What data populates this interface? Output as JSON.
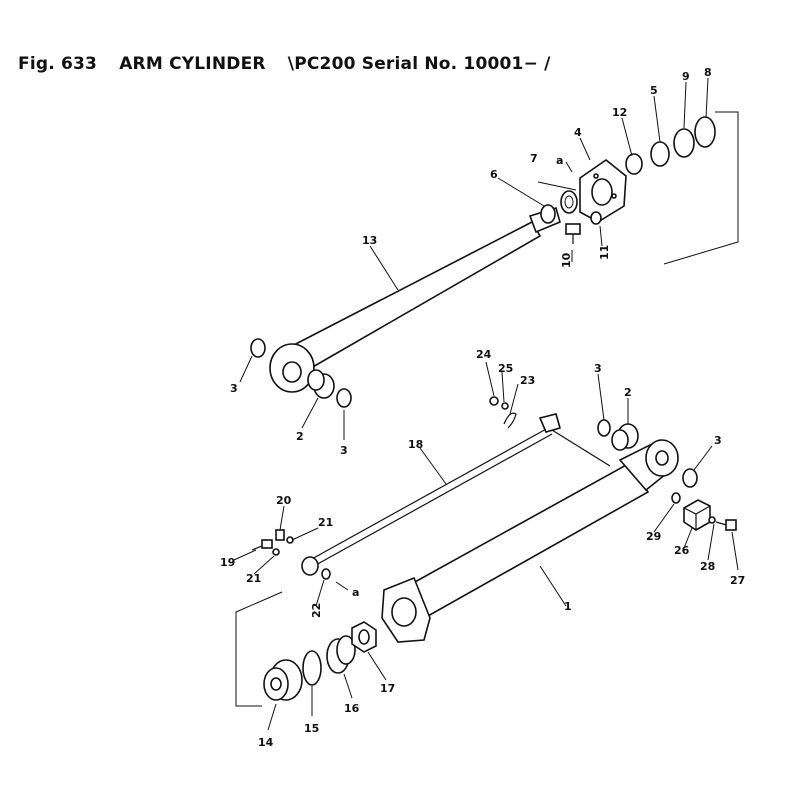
{
  "title": {
    "fig": "Fig. 633",
    "name": "ARM CYLINDER",
    "serial": "\\PC200 Serial No. 10001− /"
  },
  "callouts": {
    "c1": "1",
    "c2a": "2",
    "c2b": "2",
    "c3a": "3",
    "c3b": "3",
    "c3c": "3",
    "c3d": "3",
    "c4": "4",
    "c5": "5",
    "c6": "6",
    "c7": "7",
    "c8": "8",
    "c9": "9",
    "c10": "10",
    "c11": "11",
    "c12": "12",
    "c13": "13",
    "c14": "14",
    "c15": "15",
    "c16": "16",
    "c17": "17",
    "c18": "18",
    "c19": "19",
    "c20": "20",
    "c21a": "21",
    "c21b": "21",
    "c22": "22",
    "c23": "23",
    "c24": "24",
    "c25": "25",
    "c26": "26",
    "c27": "27",
    "c28": "28",
    "c29": "29",
    "ca1": "a",
    "ca2": "a"
  }
}
